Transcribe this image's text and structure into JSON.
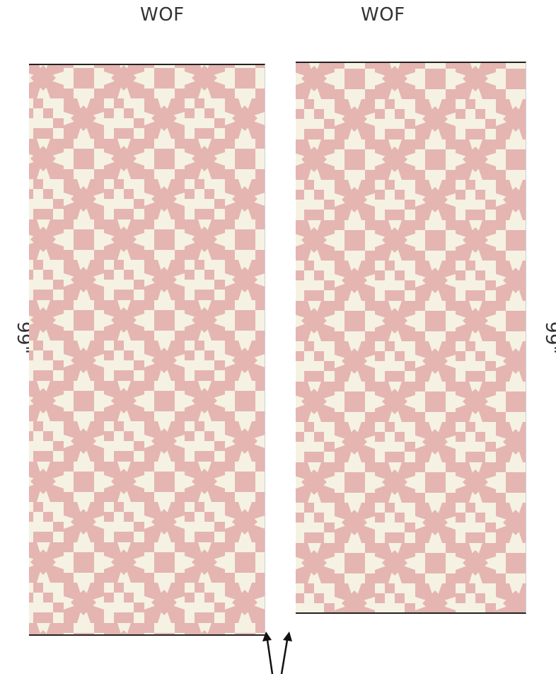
{
  "labels": {
    "left_top": "WOF",
    "right_top": "WOF",
    "left_side": "99\"",
    "right_side": "99\""
  },
  "colors": {
    "pink": "#e5b5b2",
    "cream": "#f5f2e3",
    "border": "#222222"
  },
  "icons": [
    "up-arrow-icon",
    "up-arrow-icon"
  ]
}
